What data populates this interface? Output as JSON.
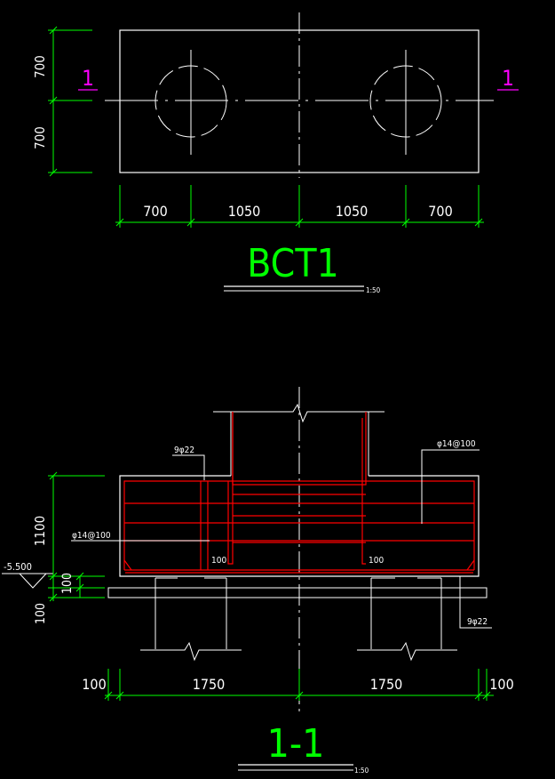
{
  "plan": {
    "section_mark_left": "1",
    "section_mark_right": "1",
    "dims_vertical": [
      "700",
      "700"
    ],
    "dims_horizontal": [
      "700",
      "1050",
      "1050",
      "700"
    ],
    "title": "BCT1",
    "scale": "1:50"
  },
  "section": {
    "title": "1-1",
    "scale": "1:50",
    "elevation": "-5.500",
    "dims_vertical": [
      "1100",
      "100",
      "100"
    ],
    "dims_horizontal": [
      "100",
      "1750",
      "1750",
      "100"
    ],
    "rebar_top": "9φ22",
    "rebar_right_top": "φ14@100",
    "rebar_left_mid": "φ14@100",
    "rebar_bottom": "9φ22",
    "anchor_left": "100",
    "anchor_right": "100"
  },
  "colors": {
    "outline": "#ffffff",
    "dimension": "#00ff00",
    "title": "#00ff00",
    "rebar": "#ff0000",
    "section_mark": "#ff00ff",
    "background": "#000000"
  }
}
